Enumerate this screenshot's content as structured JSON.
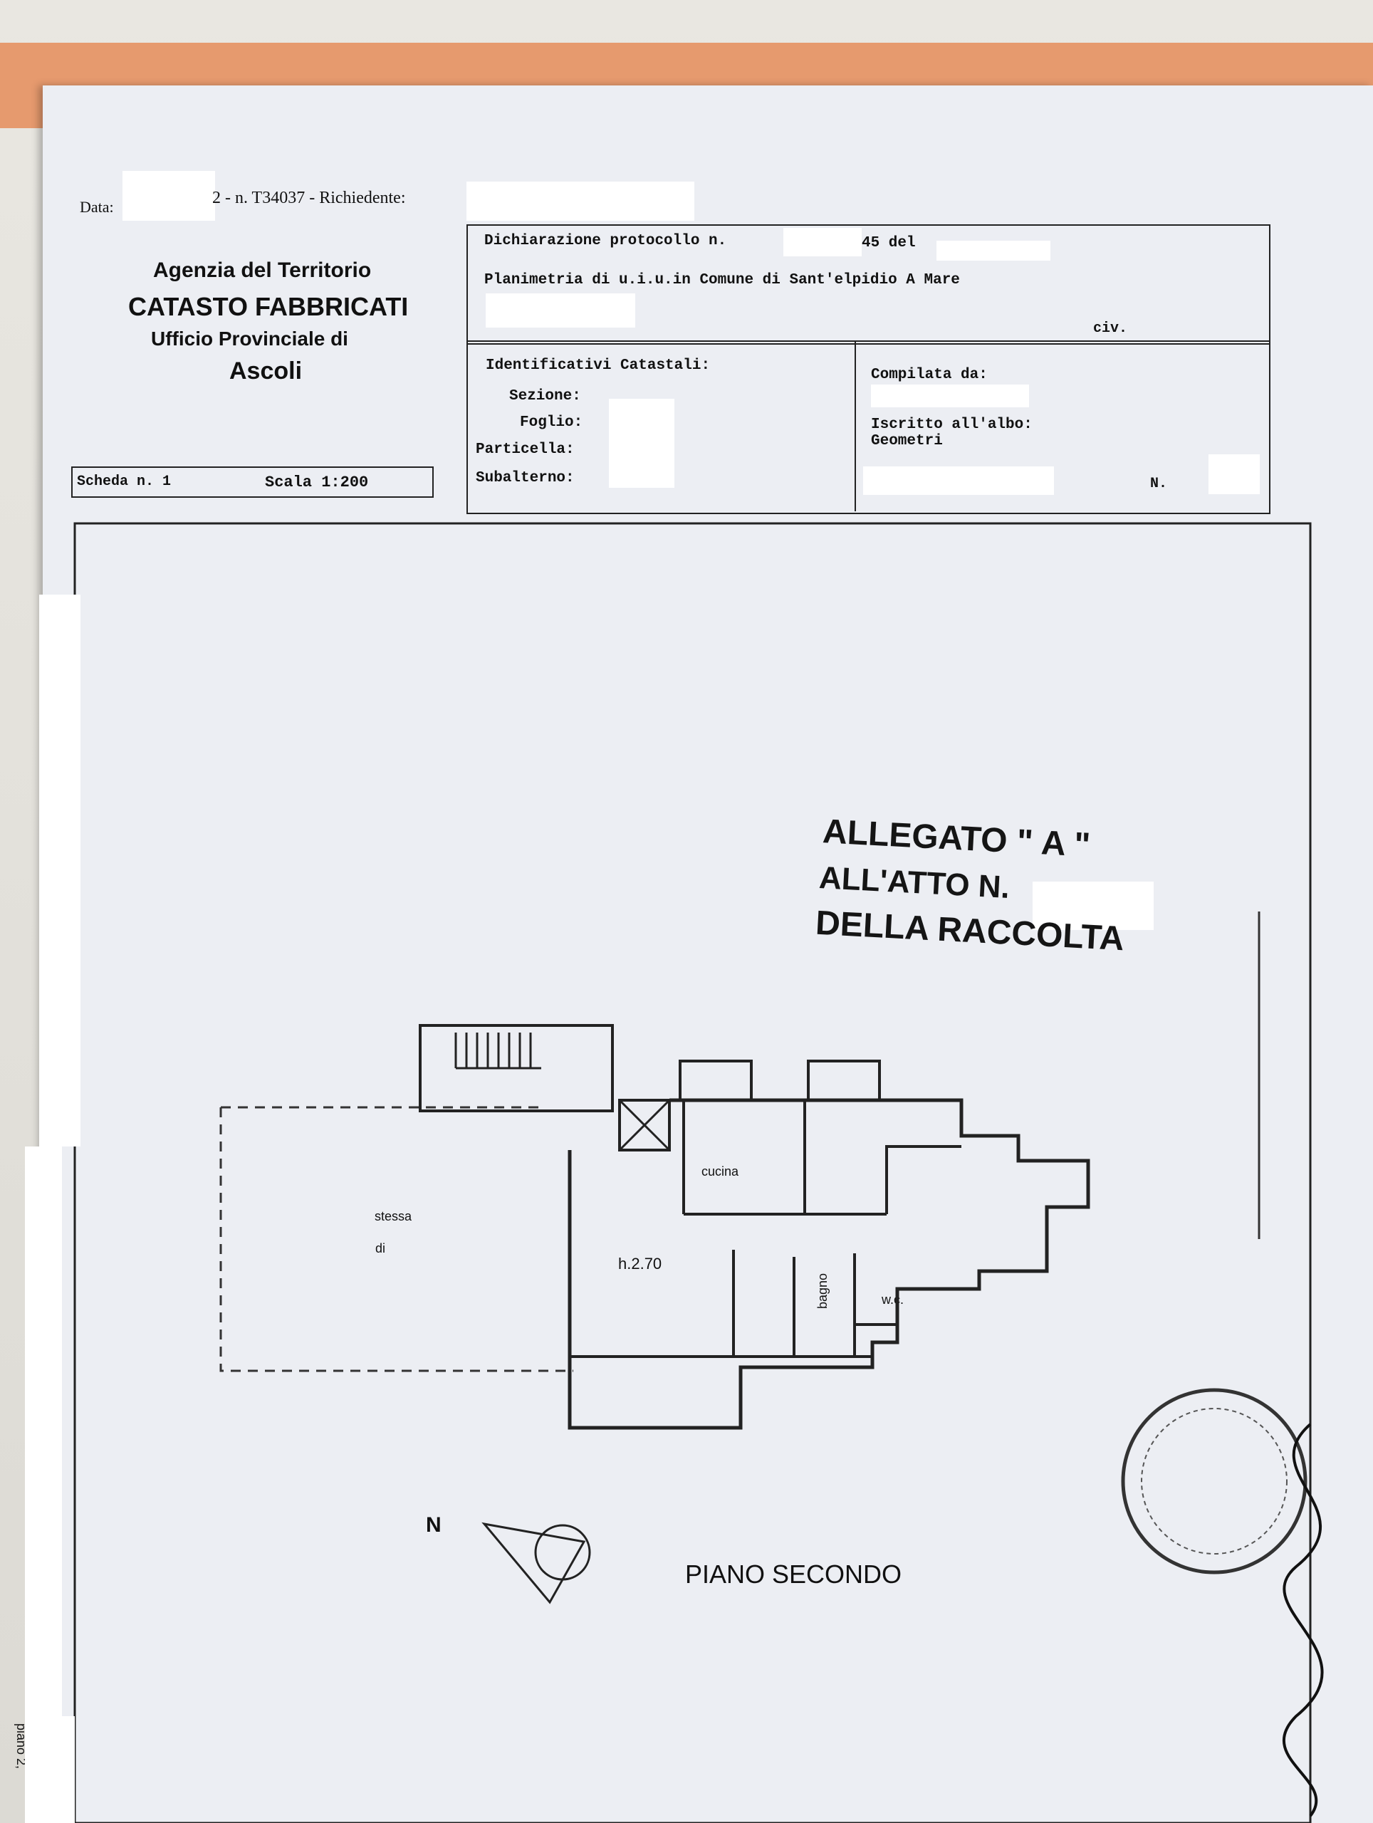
{
  "header": {
    "data_label": "Data:",
    "request_info": "2 - n. T34037 - Richiedente:"
  },
  "agency": {
    "line1": "Agenzia del Territorio",
    "line2": "CATASTO FABBRICATI",
    "line3": "Ufficio Provinciale di",
    "line4": "Ascoli"
  },
  "declaration": {
    "protocol": "Dichiarazione protocollo n.",
    "protocol_num": "45 del",
    "planimetry": "Planimetria di u.i.u.in Comune di Sant'elpidio A Mare",
    "civ": "civ."
  },
  "identifiers": {
    "title": "Identificativi Catastali:",
    "sezione": "Sezione:",
    "foglio": "Foglio:",
    "particella": "Particella:",
    "subalterno": "Subalterno:"
  },
  "compiled": {
    "title": "Compilata da:",
    "iscritto": "Iscritto all'albo:",
    "albo": "Geometri",
    "n_label": "N."
  },
  "scheda": {
    "scheda": "Scheda n. 1",
    "scala": "Scala 1:200"
  },
  "stamp": {
    "line1": "ALLEGATO \" A \"",
    "line2": "ALL'ATTO N.",
    "line3": "DELLA RACCOLTA"
  },
  "plan": {
    "cucina": "cucina",
    "stessa_1": "stessa",
    "stessa_2": "di",
    "height": "h.2.70",
    "bagno": "bagno",
    "wc": "w.c.",
    "north": "N",
    "floor": "PIANO SECONDO",
    "margin_note": "piano 2,"
  }
}
